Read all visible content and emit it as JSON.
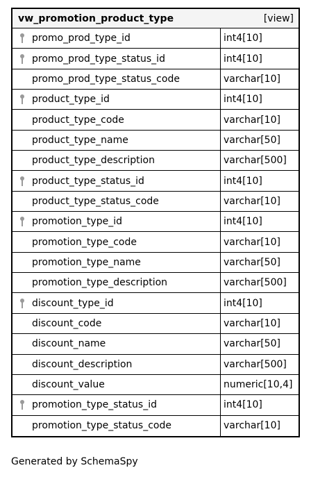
{
  "table": {
    "name": "vw_promotion_product_type",
    "kind": "[view]",
    "columns": [
      {
        "name": "promo_prod_type_id",
        "type": "int4[10]",
        "key": true
      },
      {
        "name": "promo_prod_type_status_id",
        "type": "int4[10]",
        "key": true
      },
      {
        "name": "promo_prod_type_status_code",
        "type": "varchar[10]",
        "key": false
      },
      {
        "name": "product_type_id",
        "type": "int4[10]",
        "key": true
      },
      {
        "name": "product_type_code",
        "type": "varchar[10]",
        "key": false
      },
      {
        "name": "product_type_name",
        "type": "varchar[50]",
        "key": false
      },
      {
        "name": "product_type_description",
        "type": "varchar[500]",
        "key": false
      },
      {
        "name": "product_type_status_id",
        "type": "int4[10]",
        "key": true
      },
      {
        "name": "product_type_status_code",
        "type": "varchar[10]",
        "key": false
      },
      {
        "name": "promotion_type_id",
        "type": "int4[10]",
        "key": true
      },
      {
        "name": "promotion_type_code",
        "type": "varchar[10]",
        "key": false
      },
      {
        "name": "promotion_type_name",
        "type": "varchar[50]",
        "key": false
      },
      {
        "name": "promotion_type_description",
        "type": "varchar[500]",
        "key": false
      },
      {
        "name": "discount_type_id",
        "type": "int4[10]",
        "key": true
      },
      {
        "name": "discount_code",
        "type": "varchar[10]",
        "key": false
      },
      {
        "name": "discount_name",
        "type": "varchar[50]",
        "key": false
      },
      {
        "name": "discount_description",
        "type": "varchar[500]",
        "key": false
      },
      {
        "name": "discount_value",
        "type": "numeric[10,4]",
        "key": false
      },
      {
        "name": "promotion_type_status_id",
        "type": "int4[10]",
        "key": true
      },
      {
        "name": "promotion_type_status_code",
        "type": "varchar[10]",
        "key": false
      }
    ]
  },
  "footer": {
    "text": "Generated by SchemaSpy"
  },
  "colors": {
    "border": "#000000",
    "header_bg": "#f4f4f4",
    "key_icon": "#9a9a9a"
  },
  "icons": {
    "key": "key-icon"
  }
}
